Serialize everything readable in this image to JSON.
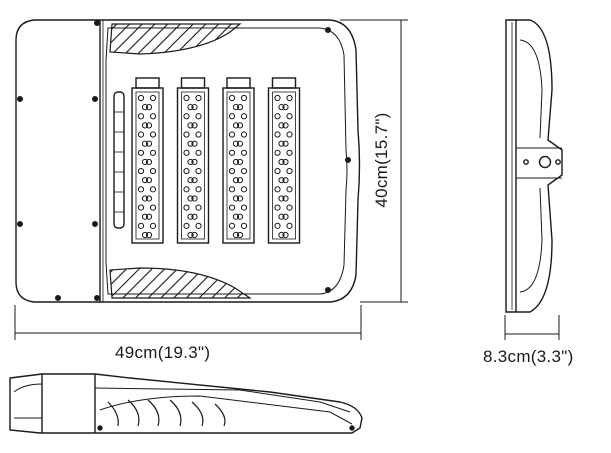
{
  "dimensions": {
    "width_label": "49cm(19.3\")",
    "height_label": "40cm(15.7\")",
    "depth_label": "8.3cm(3.3\")"
  },
  "led_modules": {
    "count": 4
  },
  "colors": {
    "line": "#1a1a1a",
    "background": "#ffffff"
  }
}
